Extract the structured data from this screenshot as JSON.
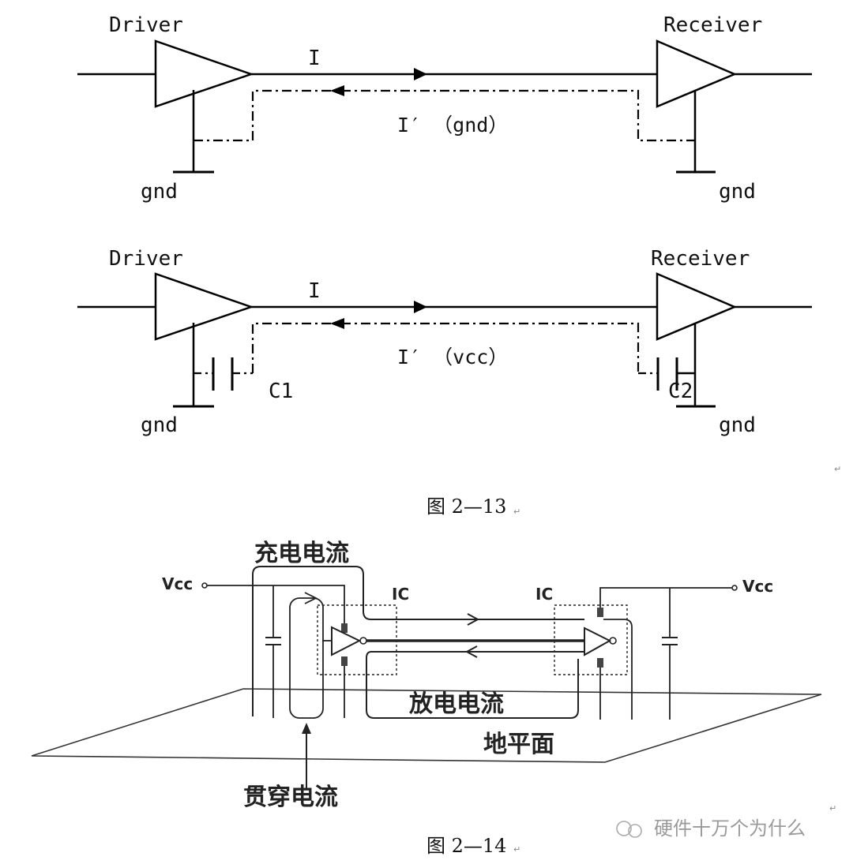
{
  "fig13": {
    "top": {
      "driver": "Driver",
      "receiver": "Receiver",
      "current": "I",
      "return_current": "I′ （gnd）",
      "gnd_left": "gnd",
      "gnd_right": "gnd"
    },
    "bottom": {
      "driver": "Driver",
      "receiver": "Receiver",
      "current": "I",
      "return_current": "I′ （vcc）",
      "c1": "C1",
      "c2": "C2",
      "gnd_left": "gnd",
      "gnd_right": "gnd"
    },
    "caption": "图 2—13"
  },
  "fig14": {
    "charge_current": "充电电流",
    "vcc_left": "Vcc",
    "vcc_right": "Vcc",
    "ic_left": "IC",
    "ic_right": "IC",
    "discharge_current": "放电电流",
    "ground_plane": "地平面",
    "shoot_through_current": "贯穿电流",
    "caption": "图 2—14"
  },
  "watermark": "硬件十万个为什么"
}
